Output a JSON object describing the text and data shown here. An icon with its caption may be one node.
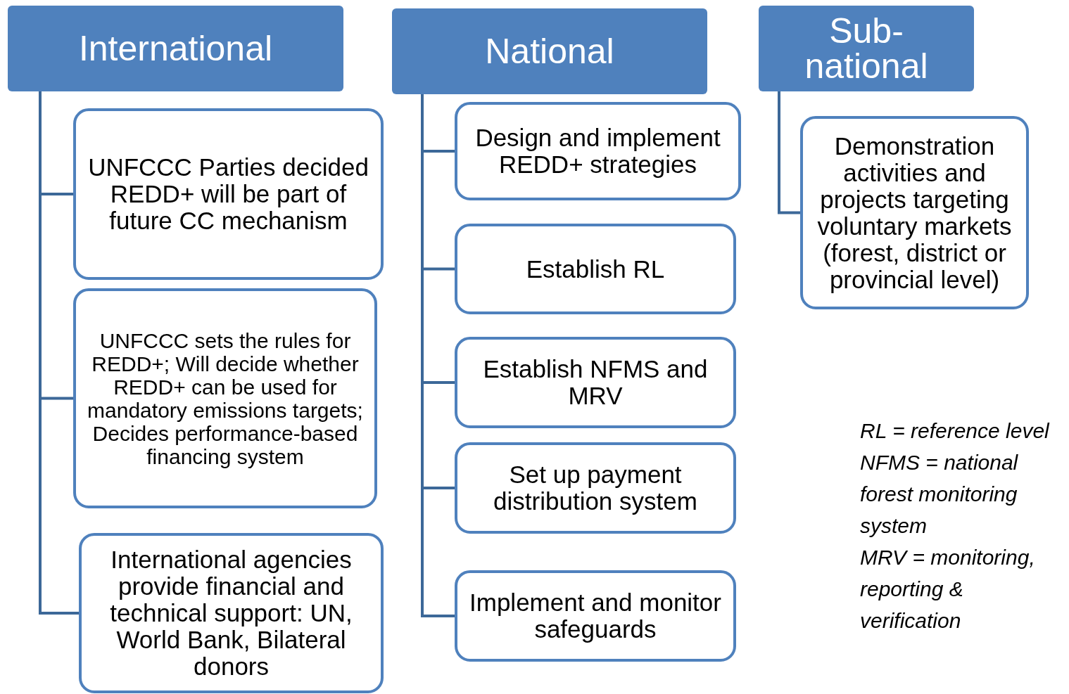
{
  "diagram": {
    "nodes": [
      {
        "text": [
          "International"
        ]
      },
      {
        "text": [
          "UNFCCC Parties decided REDD+ will be part of future CC mechanism"
        ]
      },
      {
        "text": [
          "UNFCCC sets the rules for REDD+; Will decide whether REDD+ can be used for mandatory emissions targets; Decides performance-based financing system"
        ]
      },
      {
        "text": [
          "International agencies provide financial and technical support: UN, World Bank, Bilateral donors"
        ]
      },
      {
        "text": [
          "National"
        ]
      },
      {
        "text": [
          "Design and implement REDD+ strategies"
        ]
      },
      {
        "text": [
          "Establish RL"
        ]
      },
      {
        "text": [
          "Establish NFMS and MRV"
        ]
      },
      {
        "text": [
          "Set up payment distribution system"
        ]
      },
      {
        "text": [
          "Implement and monitor safeguards"
        ]
      },
      {
        "text": [
          "Sub-national"
        ]
      },
      {
        "text": [
          "Demonstration activities and projects targeting voluntary markets (forest, district or provincial level)"
        ]
      }
    ],
    "edges": [
      {
        "from": 0,
        "to": 1,
        "arrow": "none"
      },
      {
        "from": 0,
        "to": 2,
        "arrow": "none"
      },
      {
        "from": 0,
        "to": 3,
        "arrow": "none"
      },
      {
        "from": 4,
        "to": 5,
        "arrow": "none"
      },
      {
        "from": 4,
        "to": 6,
        "arrow": "none"
      },
      {
        "from": 4,
        "to": 7,
        "arrow": "none"
      },
      {
        "from": 4,
        "to": 8,
        "arrow": "none"
      },
      {
        "from": 4,
        "to": 9,
        "arrow": "none"
      },
      {
        "from": 10,
        "to": 11,
        "arrow": "none"
      }
    ],
    "labels": [
      "RL = reference level",
      "NFMS = national forest monitoring system",
      "MRV = monitoring, reporting & verification"
    ]
  }
}
